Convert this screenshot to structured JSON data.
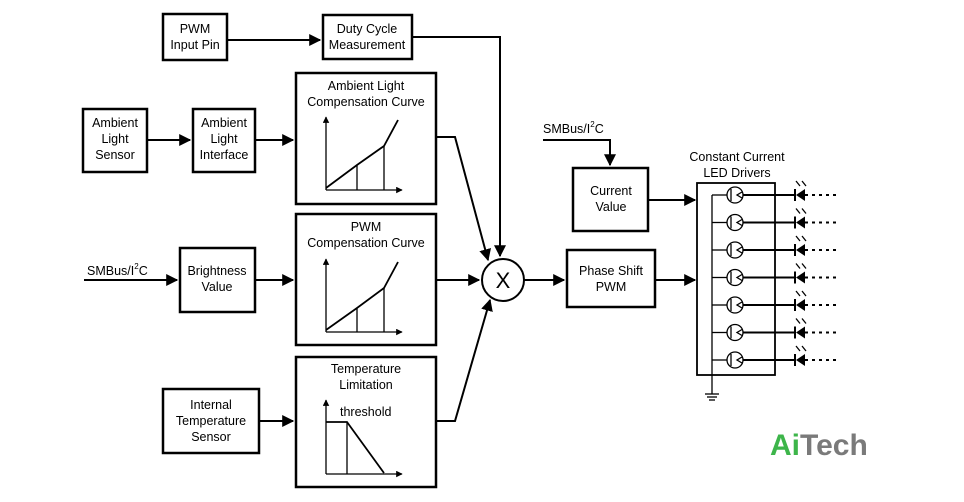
{
  "blocks": {
    "pwm_input": [
      "PWM",
      "Input Pin"
    ],
    "duty_cycle": [
      "Duty Cycle",
      "Measurement"
    ],
    "ambient_sensor": [
      "Ambient",
      "Light",
      "Sensor"
    ],
    "ambient_interface": [
      "Ambient",
      "Light",
      "Interface"
    ],
    "ambient_curve": [
      "Ambient Light",
      "Compensation Curve"
    ],
    "brightness": [
      "Brightness",
      "Value"
    ],
    "pwm_curve": [
      "PWM",
      "Compensation Curve"
    ],
    "internal_temp": [
      "Internal",
      "Temperature",
      "Sensor"
    ],
    "temp_limit": [
      "Temperature",
      "Limitation"
    ],
    "threshold": "threshold",
    "current_value": [
      "Current",
      "Value"
    ],
    "phase_shift": [
      "Phase Shift",
      "PWM"
    ],
    "drivers_title": [
      "Constant Current",
      "LED Drivers"
    ],
    "multiplier": "X"
  },
  "smbus_left": {
    "prefix": "SMBus/I",
    "sup": "2",
    "suffix": "C"
  },
  "smbus_top": {
    "prefix": "SMBus/I",
    "sup": "2",
    "suffix": "C"
  },
  "led_channels": 7,
  "logo": {
    "part1": "Ai",
    "part2": "Tech",
    "color1": "#3db54a",
    "color2": "#7a7a7a"
  }
}
